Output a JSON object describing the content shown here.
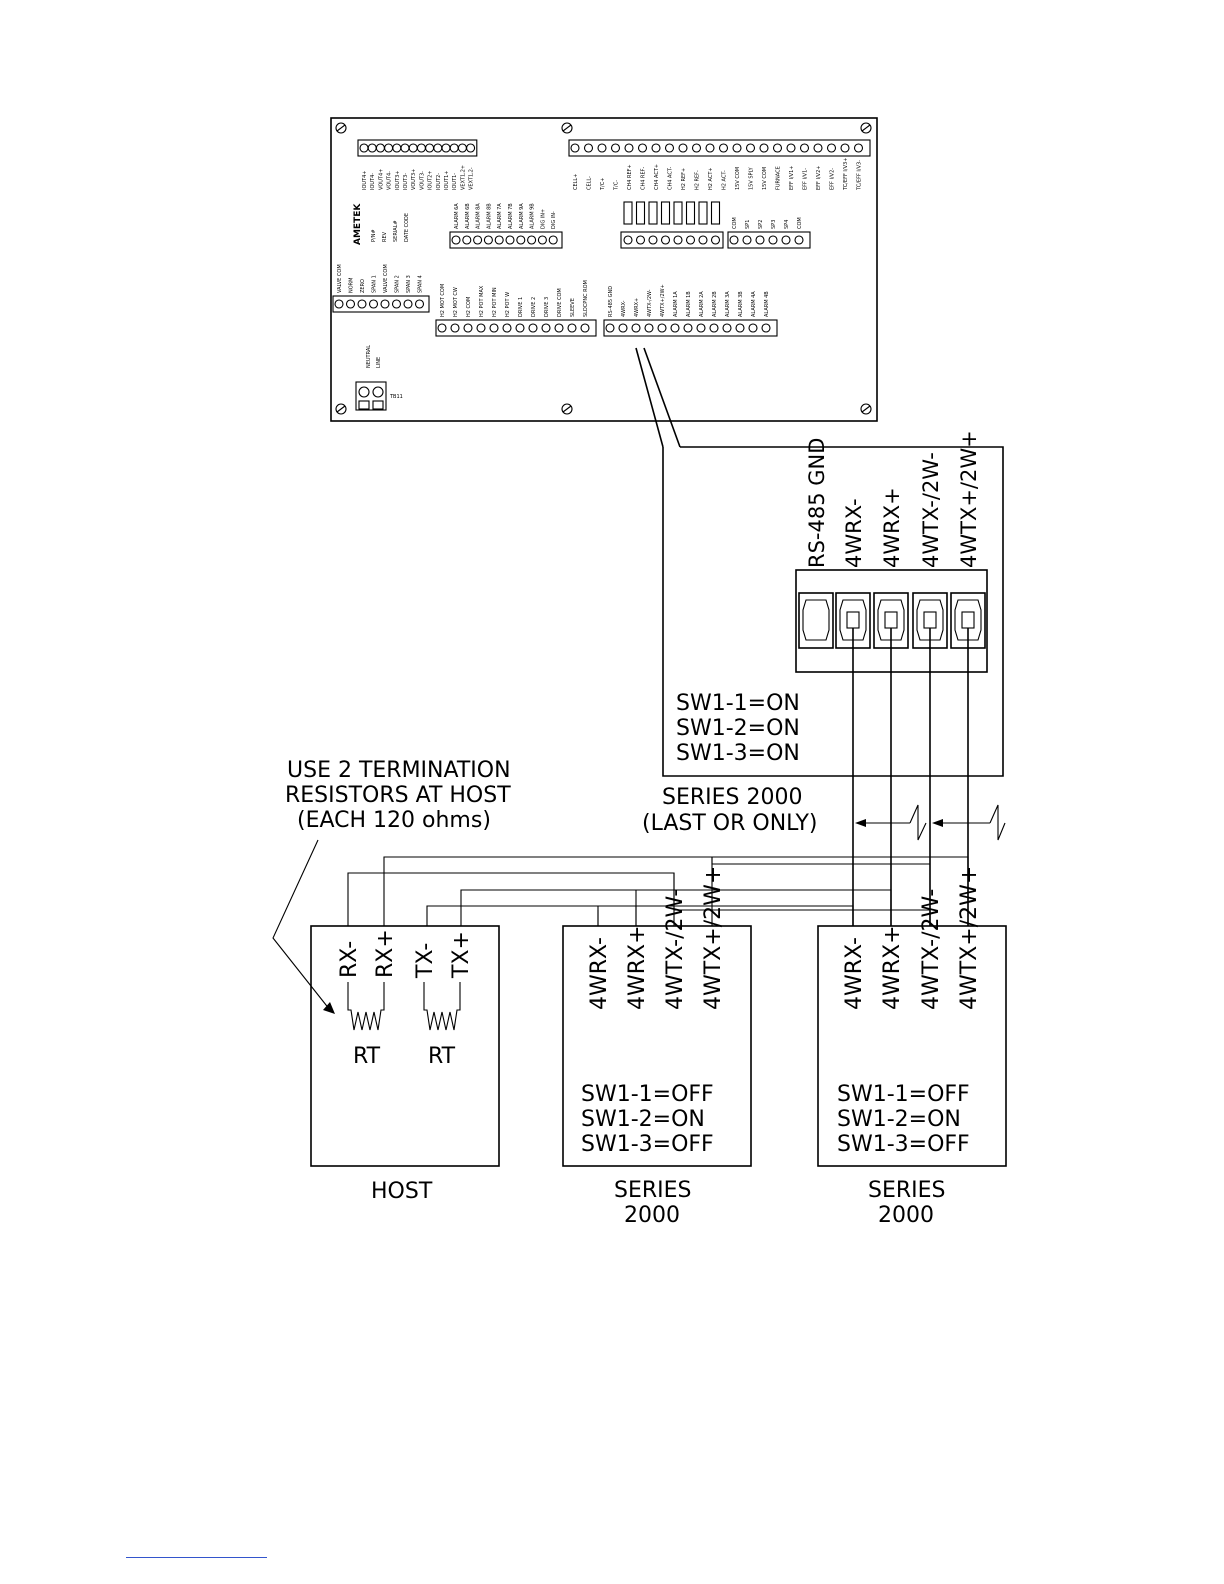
{
  "board": {
    "brand": "AMETEK",
    "labels": {
      "pwr": "P/N#",
      "rev": "REV",
      "serial": "SERIAL#",
      "date": "DATE CODE",
      "neutral": "NEUTRAL",
      "line": "LINE",
      "tb": "TB11"
    },
    "top_block_a": [
      "IOUT4+",
      "IOUT4-",
      "VOUT4+",
      "VOUT4-",
      "IOUT3+",
      "IOUT3-",
      "VOUT3+",
      "VOUT3-",
      "IOUT2+",
      "IOUT2-",
      "IOUT1+",
      "IOUT1-",
      "VEXT1,2+",
      "VEXT1,2-"
    ],
    "top_block_b": [
      "CELL+",
      "CELL-",
      "T/C+",
      "T/C-",
      "CH4 REF+",
      "CH4 REF-",
      "CH4 ACT+",
      "CH4 ACT-",
      "H2 REF+",
      "H2 REF-",
      "H2 ACT+",
      "H2 ACT-",
      "15V COM",
      "15V SPLY",
      "15V COM",
      "FURNACE",
      "EFF I/V1+",
      "EFF I/V1-",
      "EFF I/V2+",
      "EFF I/V2-",
      "TC/EFF I/V3+",
      "TC/EFF I/V3-"
    ],
    "mid_block_a": [
      "ALARM 6A",
      "ALARM 6B",
      "ALARM 8A",
      "ALARM 8B",
      "ALARM 7A",
      "ALARM 7B",
      "ALARM 9A",
      "ALARM 9B",
      "DIG IN+",
      "DIG IN-"
    ],
    "mid_block_b": [
      "COM",
      "SP1",
      "SP2",
      "SP3",
      "SP4",
      "COM"
    ],
    "left_block": [
      "VALVE COM",
      "NORM",
      "ZERO",
      "SPAN 1",
      "VALVE COM",
      "SPAN 2",
      "SPAN 3",
      "SPAN 4"
    ],
    "bottom_block_a": [
      "H2 MOT COM",
      "H2 MOT CW",
      "H2 COM",
      "H2 POT MAX",
      "H2 POT MIN",
      "H2 POT W",
      "DRIVE 1",
      "DRIVE 2",
      "DRIVE 3",
      "DRIVE COM",
      "SLEEVE",
      "SLDCPNC ROM"
    ],
    "bottom_block_b": [
      "RS-485 GND",
      "4WRX-",
      "4WRX+",
      "4WTX-/2W-",
      "4WTX+/2W+",
      "ALARM 1A",
      "ALARM 1B",
      "ALARM 2A",
      "ALARM 2B",
      "ALARM 3A",
      "ALARM 3B",
      "ALARM 4A",
      "ALARM 4B"
    ]
  },
  "detail": {
    "terminals": [
      "RS-485 GND",
      "4WRX-",
      "4WRX+",
      "4WTX-/2W-",
      "4WTX+/2W+"
    ],
    "switches": [
      "SW1-1=ON",
      "SW1-2=ON",
      "SW1-3=ON"
    ],
    "caption_line1": "SERIES 2000",
    "caption_line2": "(LAST OR ONLY)"
  },
  "note": {
    "line1": "USE 2 TERMINATION",
    "line2": "RESISTORS AT HOST",
    "line3": "(EACH 120 ohms)"
  },
  "host": {
    "terminals": [
      "RX-",
      "RX+",
      "TX-",
      "TX+"
    ],
    "resistor_labels": [
      "RT",
      "RT"
    ],
    "caption": "HOST"
  },
  "unit_middle": {
    "terminals": [
      "4WRX-",
      "4WRX+",
      "4WTX-/2W-",
      "4WTX+/2W+"
    ],
    "switches": [
      "SW1-1=OFF",
      "SW1-2=ON",
      "SW1-3=OFF"
    ],
    "caption_line1": "SERIES",
    "caption_line2": "2000"
  },
  "unit_right": {
    "terminals": [
      "4WRX-",
      "4WRX+",
      "4WTX-/2W-",
      "4WTX+/2W+"
    ],
    "switches": [
      "SW1-1=OFF",
      "SW1-2=ON",
      "SW1-3=OFF"
    ],
    "caption_line1": "SERIES",
    "caption_line2": "2000"
  }
}
